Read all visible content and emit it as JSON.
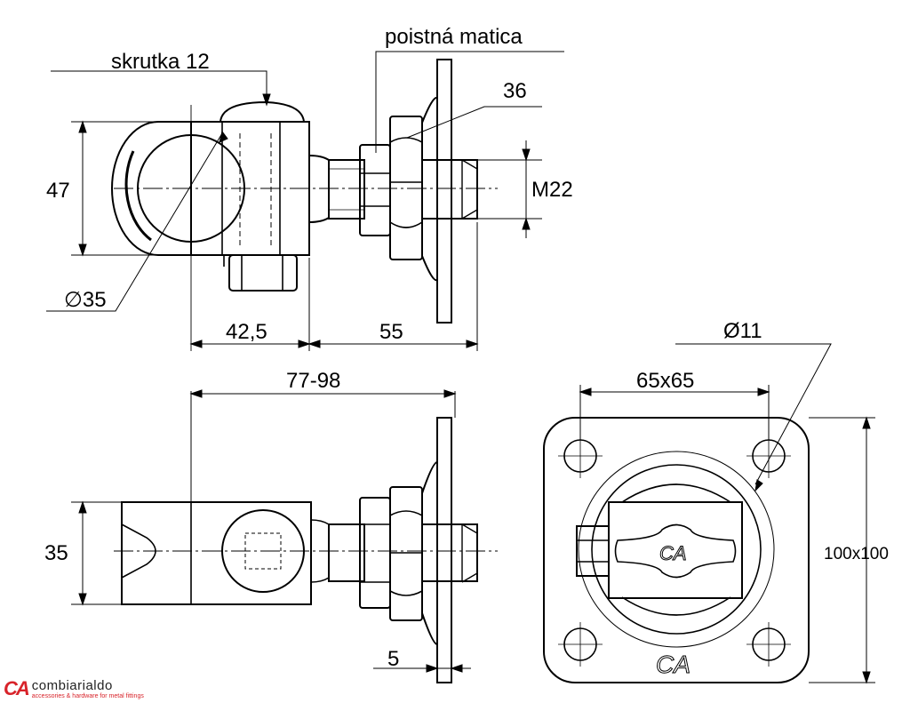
{
  "labels": {
    "screw": "skrutka 12",
    "locknut": "poistná matica",
    "nut_size": "36",
    "thread": "M22",
    "height_top": "47",
    "diameter_eye": "∅35",
    "len_a": "42,5",
    "len_b": "55",
    "adjust_range": "77-98",
    "diameter_hole": "Ø11",
    "hole_spacing": "65x65",
    "height_side": "35",
    "plate_thickness": "5",
    "plate_size": "100x100",
    "plate_logo": "CA",
    "hinge_logo": "CA"
  },
  "brand": {
    "mark": "CA",
    "name": "combiarialdo",
    "tagline": "accessories & hardware for metal fittings"
  }
}
